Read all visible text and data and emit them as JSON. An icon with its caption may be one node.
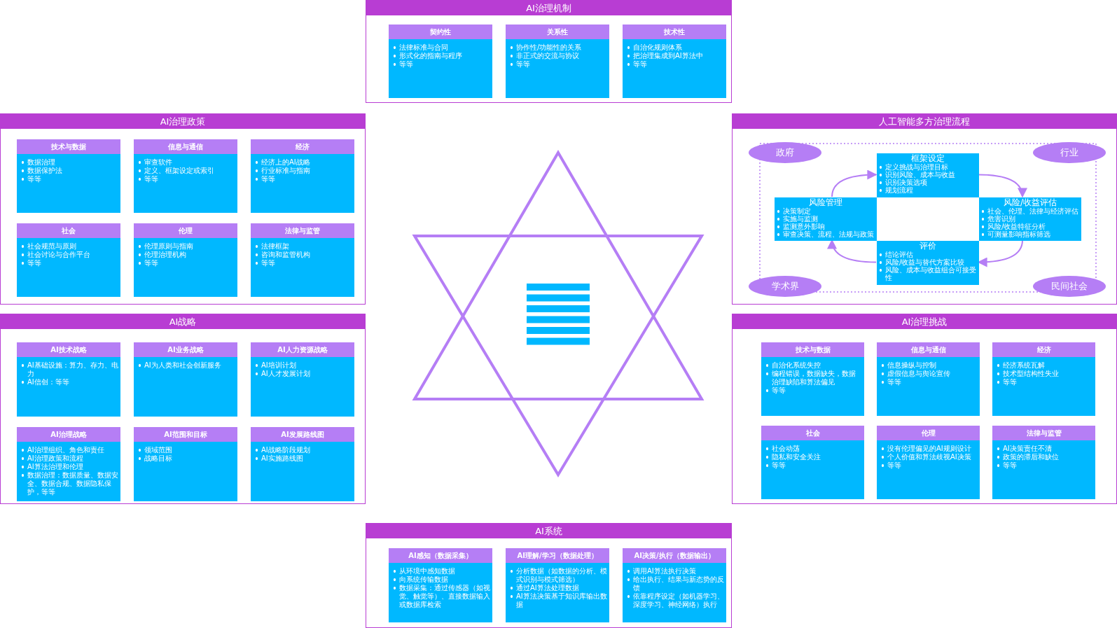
{
  "diagram": {
    "nodes": [
      {
        "text": [
          "AI治理机制"
        ]
      },
      {
        "text": [
          "契约性",
          "法律标准与合同",
          "形式化的指南与程序",
          "等等"
        ],
        "in": 0
      },
      {
        "text": [
          "关系性",
          "协作性/功能性的关系",
          "非正式的交流与协议",
          "等等"
        ],
        "in": 0
      },
      {
        "text": [
          "技术性",
          "自治化规则体系",
          "把治理集成到AI算法中",
          "等等"
        ],
        "in": 0
      },
      {
        "text": [
          "AI治理政策"
        ]
      },
      {
        "text": [
          "技术与数据",
          "数据治理",
          "数据保护法",
          "等等"
        ],
        "in": 4
      },
      {
        "text": [
          "信息与通信",
          "审查软件",
          "定义、框架设定或索引",
          "等等"
        ],
        "in": 4
      },
      {
        "text": [
          "经济",
          "经济上的AI战略",
          "行业标准与指南",
          "等等"
        ],
        "in": 4
      },
      {
        "text": [
          "社会",
          "社会规范与原则",
          "社会讨论与合作平台",
          "等等"
        ],
        "in": 4
      },
      {
        "text": [
          "伦理",
          "伦理原则与指南",
          "伦理治理机构",
          "等等"
        ],
        "in": 4
      },
      {
        "text": [
          "法律与监管",
          "法律框架",
          "咨询和监管机构",
          "等等"
        ],
        "in": 4
      },
      {
        "text": [
          "人工智能多方治理流程"
        ]
      },
      {
        "text": [
          "政府"
        ],
        "in": 11
      },
      {
        "text": [
          "行业"
        ],
        "in": 11
      },
      {
        "text": [
          "框架设定",
          "定义挑战与治理目标",
          "识别风险、成本与收益",
          "识别决策选项",
          "规划流程"
        ],
        "in": 11
      },
      {
        "text": [
          "风险管理",
          "决策制定",
          "实施与监测",
          "监测意外影响",
          "审查决策、流程、法规与政策"
        ],
        "in": 11
      },
      {
        "text": [
          "风险/收益评估",
          "社会、伦理、法律与经济评估",
          "危害识别",
          "风险/收益特征分析",
          "可测量影响指标筛选"
        ],
        "in": 11
      },
      {
        "text": [
          "评价",
          "结论评估",
          "风险/收益与替代方案比较",
          "风险、成本与收益组合可接受性"
        ],
        "in": 11
      },
      {
        "text": [
          "学术界"
        ],
        "in": 11
      },
      {
        "text": [
          "民间社会"
        ],
        "in": 11
      },
      {
        "text": [
          "AI战略"
        ]
      },
      {
        "text": [
          "AI技术战略",
          "AI基础设施：算力、存力、电力",
          "AI信创：等等"
        ],
        "in": 20
      },
      {
        "text": [
          "AI业务战略",
          "AI为人类和社会创新服务"
        ],
        "in": 20
      },
      {
        "text": [
          "AI人力资源战略",
          "AI培训计划",
          "AI人才发展计划"
        ],
        "in": 20
      },
      {
        "text": [
          "AI治理战略",
          "AI治理组织、角色和责任",
          "AI治理政策和流程",
          "AI算法治理和伦理",
          "数据治理：数据质量、数据安全、数据合规、数据隐私保护，等等"
        ],
        "in": 20
      },
      {
        "text": [
          "AI范围和目标",
          "领域范围",
          "战略目标"
        ],
        "in": 20
      },
      {
        "text": [
          "AI发展路线图",
          "AI战略阶段规划",
          "AI实施路线图"
        ],
        "in": 20
      },
      {
        "text": [
          "AI治理挑战"
        ]
      },
      {
        "text": [
          "技术与数据",
          "自治化系统失控",
          "编程错误，数据缺失，数据治理缺陷和算法偏见",
          "等等"
        ],
        "in": 27
      },
      {
        "text": [
          "信息与通信",
          "信息操纵与控制",
          "虚假信息与舆论宣传",
          "等等"
        ],
        "in": 27
      },
      {
        "text": [
          "经济",
          "经济系统瓦解",
          "技术型结构性失业",
          "等等"
        ],
        "in": 27
      },
      {
        "text": [
          "社会",
          "社会动荡",
          "隐私和安全关注",
          "等等"
        ],
        "in": 27
      },
      {
        "text": [
          "伦理",
          "没有伦理偏见的AI规则设计",
          "个人价值和算法歧视AI决策",
          "等等"
        ],
        "in": 27
      },
      {
        "text": [
          "法律与监管",
          "AI决策责任不清",
          "政策的滞后和缺位",
          "等等"
        ],
        "in": 27
      },
      {
        "text": [
          "AI系统"
        ]
      },
      {
        "text": [
          "AI感知（数据采集）",
          "从环境中感知数据",
          "向系统传输数据",
          "数据采集：通过传感器（如视觉、触觉等）、直接数据输入或数据库检索"
        ],
        "in": 34
      },
      {
        "text": [
          "AI理解/学习（数据处理）",
          "分析数据（如数据的分析、模式识别与模式筛选）",
          "通过AI算法处理数据",
          "AI算法决策基于知识库输出数据"
        ],
        "in": 34
      },
      {
        "text": [
          "AI决策/执行（数据输出）",
          "调用AI算法执行决策",
          "给出执行、结果与新态势的反馈",
          "依靠程序设定（如机器学习、深度学习、神经网络）执行"
        ],
        "in": 34
      }
    ],
    "edges": [
      {
        "from": 14,
        "to": 16,
        "arrow": "to"
      },
      {
        "from": 16,
        "to": 17,
        "arrow": "to"
      },
      {
        "from": 17,
        "to": 15,
        "arrow": "to"
      },
      {
        "from": 15,
        "to": 14,
        "arrow": "to"
      }
    ]
  }
}
